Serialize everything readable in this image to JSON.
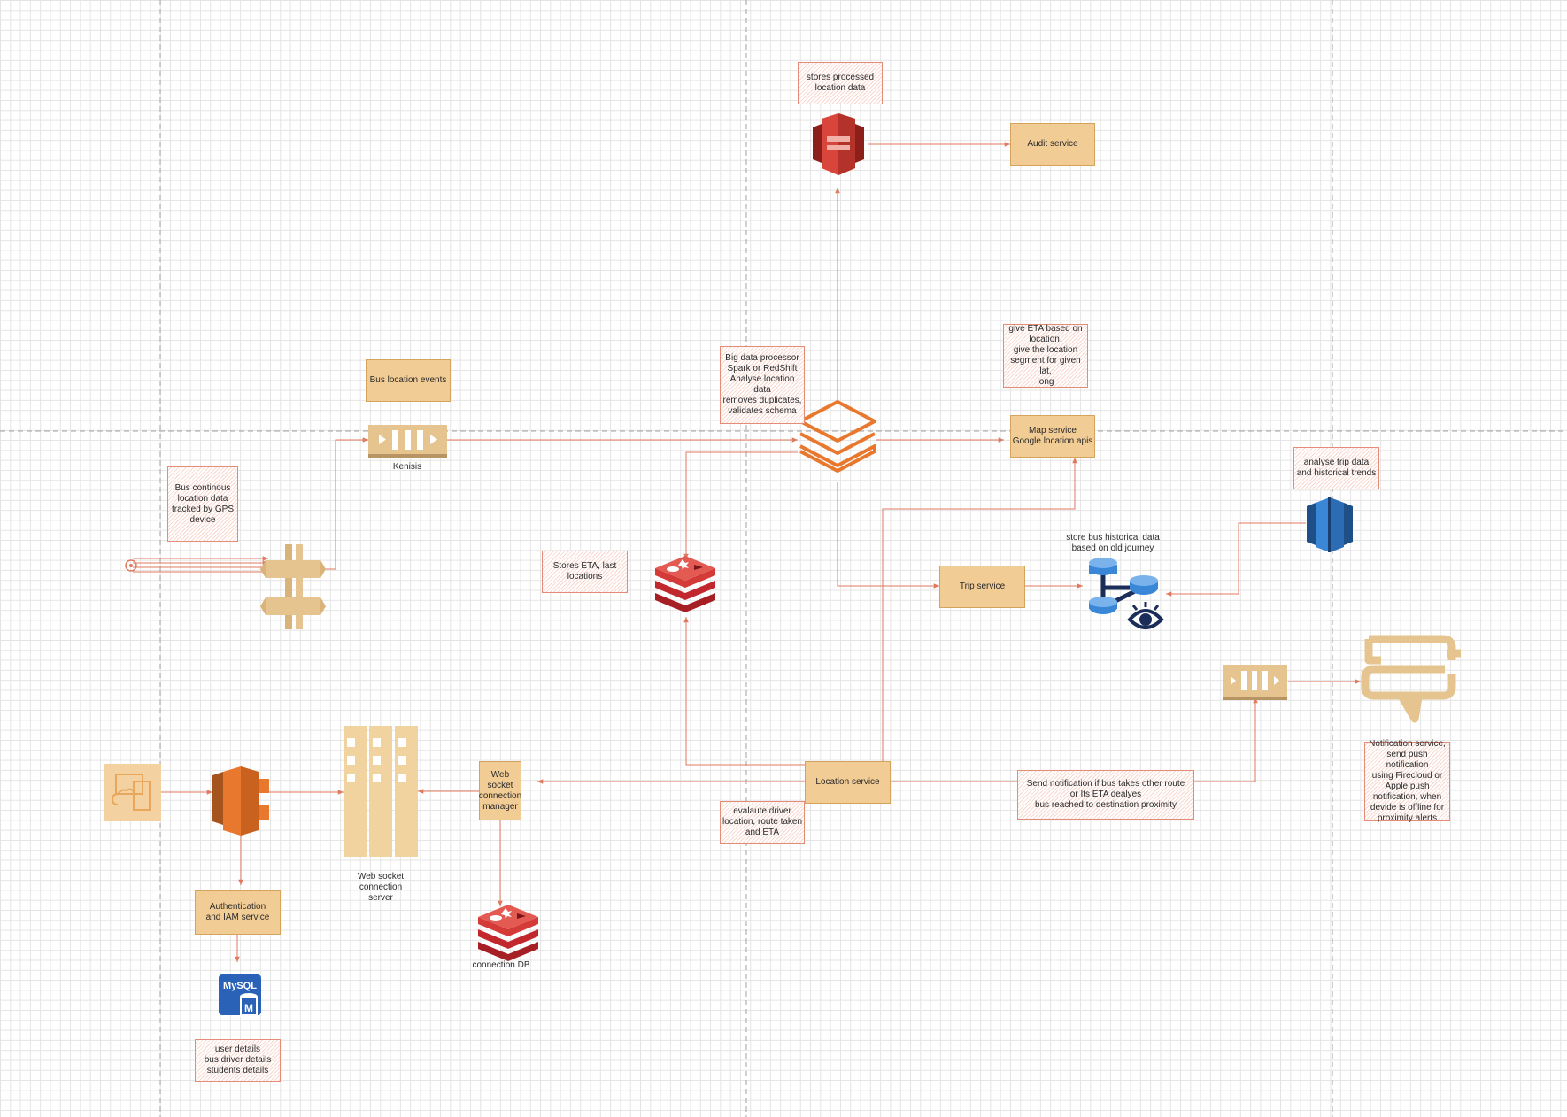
{
  "colors": {
    "line": "#e07a5f",
    "service_fill": "#f2cc95",
    "aws_orange": "#e8782e",
    "redis_red": "#c1272d",
    "s3_red": "#d9453a",
    "tan_icon": "#e6c48f",
    "blue_icon": "#2b7bd5",
    "navy": "#1b2e5a",
    "guide_line": "#999999"
  },
  "services": {
    "audit": "Audit service",
    "map": "Map service\nGoogle location apis",
    "trip": "Trip service",
    "location": "Location service",
    "ws_manager": "Web\nsocket\nconnection\nmanager",
    "auth": "Authentication\nand IAM service",
    "bus_events": "Bus location events"
  },
  "notes": {
    "s3": "stores processed\nlocation data",
    "big_data": "Big data processor\nSpark or RedShift\nAnalyse location data\nremoves duplicates,\nvalidates schema",
    "eta": "give ETA based on\nlocation,\ngive the location\nsegment for given lat,\nlong",
    "gps": "Bus continous\nlocation data\ntracked by GPS\ndevice",
    "redis_eta": "Stores ETA, last\nlocations",
    "trends": "analyse trip data\nand historical trends",
    "evaluate": "evalaute driver\nlocation, route taken\nand ETA",
    "send_notification": "Send notification if bus takes other route\nor Its ETA dealyes\nbus reached to destination proximity",
    "notification_service": "Notification service,\nsend push notification\nusing Firecloud or\nApple push\nnotification, when\ndevide is offline for\nproximity alerts",
    "user_details": "user details\nbus driver details\nstudents details"
  },
  "labels": {
    "kinesis": "Kenisis",
    "historical": "store bus historical data\nbased on old journey",
    "ws_server": "Web socket\nconnection\nserver",
    "connection_db": "connection DB",
    "mysql": "MySQL",
    "mysql_m": "M"
  },
  "icons": {
    "start": "start-circle-icon",
    "api_gateway": "api-gateway-icon",
    "kinesis": "kinesis-stream-icon",
    "databricks": "databricks-icon",
    "s3": "s3-bucket-icon",
    "redis": "redis-icon",
    "historical_db": "database-eye-icon",
    "redshift": "redshift-icon",
    "queue": "queue-stream-icon",
    "chat": "chat-notification-icon",
    "client": "cloud-device-icon",
    "ec2": "ec2-icon",
    "ws_server": "server-rack-icon",
    "mysql": "mysql-icon"
  }
}
